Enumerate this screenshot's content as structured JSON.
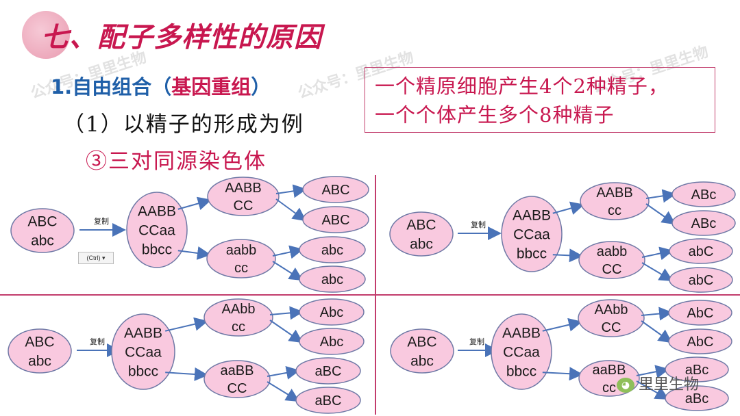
{
  "title": "七、配子多样性的原因",
  "heading1": {
    "prefix": "1.自由组合（",
    "red": "基因重组",
    "suffix": "）"
  },
  "heading2": "（1）以精子的形成为例",
  "heading3": "③三对同源染色体",
  "note_box": {
    "line1": "一个精原细胞产生4个2种精子，",
    "line2": "一个个体产生多个8种精子"
  },
  "watermark": [
    "公众号：里里生物",
    "公众号：里里生物",
    "公众号：里里生物"
  ],
  "copy_label": "复制",
  "ctrl_badge": "(Ctrl) ▾",
  "logo_text": "里里生物",
  "panels": [
    {
      "start": [
        "ABC",
        "abc"
      ],
      "middle": [
        "AABB",
        "CCaa",
        "bbcc"
      ],
      "secondary": [
        [
          "AABB",
          "CC"
        ],
        [
          "aabb",
          "cc"
        ]
      ],
      "gametes": [
        "ABC",
        "ABC",
        "abc",
        "abc"
      ]
    },
    {
      "start": [
        "ABC",
        "abc"
      ],
      "middle": [
        "AABB",
        "CCaa",
        "bbcc"
      ],
      "secondary": [
        [
          "AABB",
          "cc"
        ],
        [
          "aabb",
          "CC"
        ]
      ],
      "gametes": [
        "ABc",
        "ABc",
        "abC",
        "abC"
      ]
    },
    {
      "start": [
        "ABC",
        "abc"
      ],
      "middle": [
        "AABB",
        "CCaa",
        "bbcc"
      ],
      "secondary": [
        [
          "AAbb",
          "cc"
        ],
        [
          "aaBB",
          "CC"
        ]
      ],
      "gametes": [
        "Abc",
        "Abc",
        "aBC",
        "aBC"
      ]
    },
    {
      "start": [
        "ABC",
        "abc"
      ],
      "middle": [
        "AABB",
        "CCaa",
        "bbcc"
      ],
      "secondary": [
        [
          "AAbb",
          "CC"
        ],
        [
          "aaBB",
          "cc"
        ]
      ],
      "gametes": [
        "AbC",
        "AbC",
        "aBc",
        "aBc"
      ]
    }
  ]
}
